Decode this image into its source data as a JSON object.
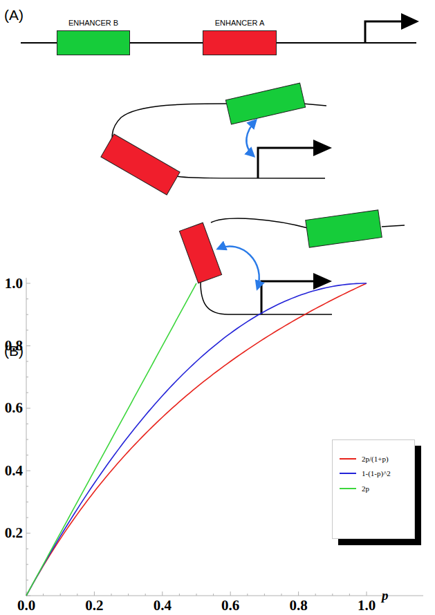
{
  "diagram": {
    "nodes": [
      {
        "text": [
          "ENHANCER B"
        ]
      },
      {
        "text": [
          "ENHANCER A"
        ]
      }
    ],
    "labels": [
      "(A)",
      "(B)",
      "1.0",
      "0.8",
      "0.6",
      "0.4",
      "0.2",
      "0.0",
      "0.2",
      "0.4",
      "0.6",
      "0.8",
      "1.0",
      "p"
    ],
    "legend": [
      {
        "text": "2p/(1+p)",
        "color": "#e8231c"
      },
      {
        "text": "1-(1-p)^2",
        "color": "#2323d8"
      },
      {
        "text": "2p",
        "color": "#3cd63c"
      }
    ]
  }
}
